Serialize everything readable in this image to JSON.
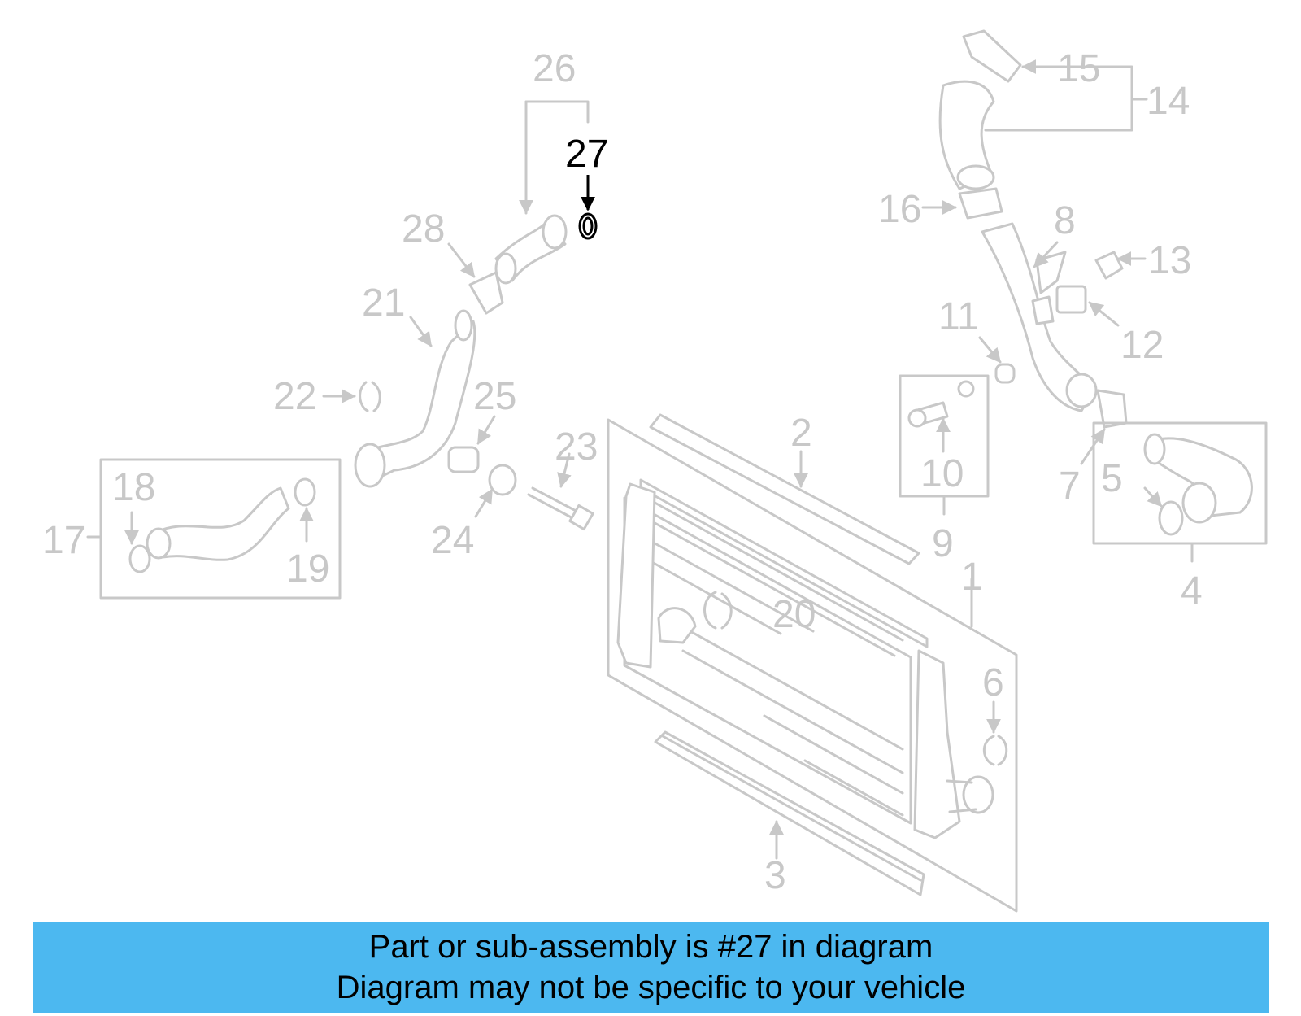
{
  "highlight_color": "#4cb8f0",
  "diagram": {
    "highlighted_part": "27",
    "labels": {
      "l1": "1",
      "l2": "2",
      "l3": "3",
      "l4": "4",
      "l5": "5",
      "l6": "6",
      "l7": "7",
      "l8": "8",
      "l9": "9",
      "l10": "10",
      "l11": "11",
      "l12": "12",
      "l13": "13",
      "l14": "14",
      "l15": "15",
      "l16": "16",
      "l17": "17",
      "l18": "18",
      "l19": "19",
      "l20": "20",
      "l21": "21",
      "l22": "22",
      "l23": "23",
      "l24": "24",
      "l25": "25",
      "l26": "26",
      "l27": "27",
      "l28": "28"
    }
  },
  "banner": {
    "line1": "Part or sub-assembly is #27 in diagram",
    "line2": "Diagram may not be specific to your vehicle"
  }
}
